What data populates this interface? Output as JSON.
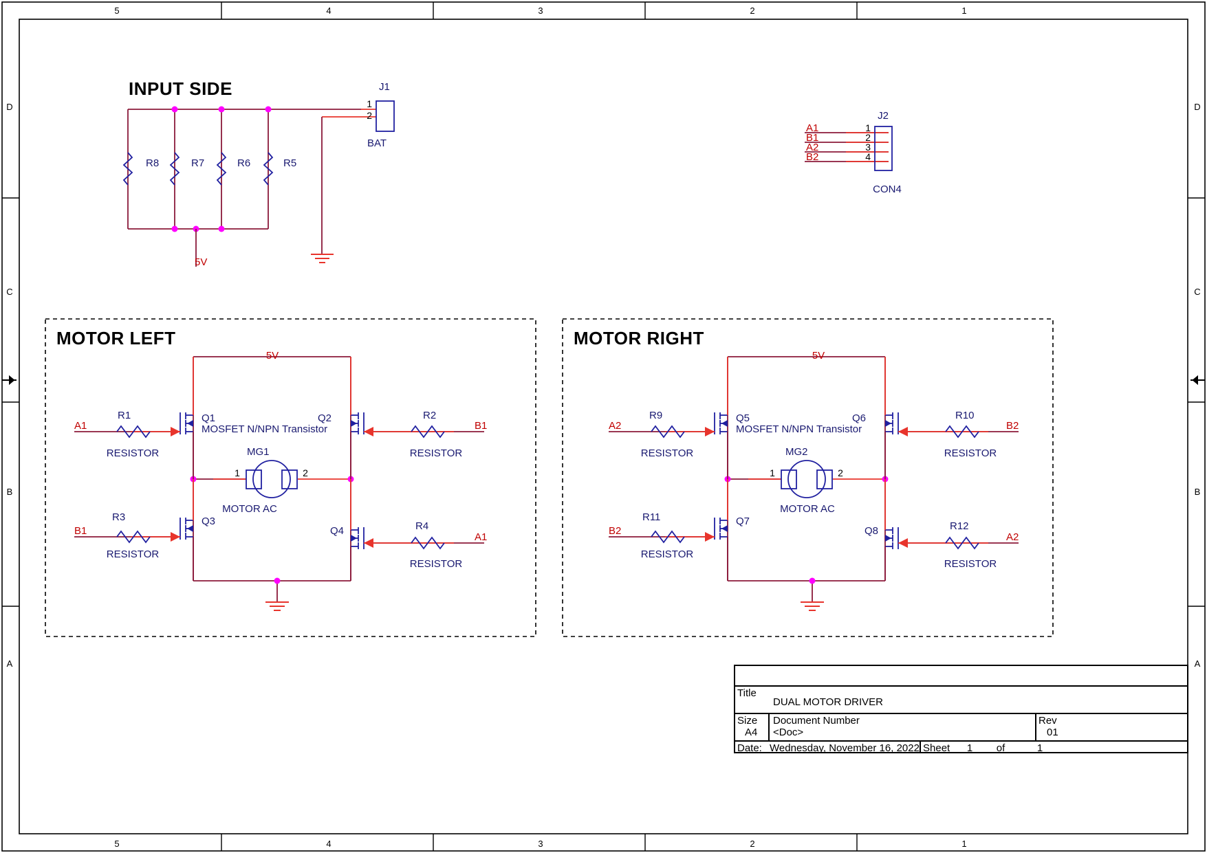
{
  "sheet": {
    "border": {
      "columns_top": [
        "5",
        "4",
        "3",
        "2",
        "1"
      ],
      "columns_bottom": [
        "5",
        "4",
        "3",
        "2",
        "1"
      ],
      "rows_left": [
        "D",
        "C",
        "B",
        "A"
      ],
      "rows_right": [
        "D",
        "C",
        "B",
        "A"
      ]
    }
  },
  "sections": {
    "input": {
      "heading": "INPUT SIDE",
      "resistors": [
        {
          "ref": "R8"
        },
        {
          "ref": "R7"
        },
        {
          "ref": "R6"
        },
        {
          "ref": "R5"
        }
      ],
      "power_label": "5V",
      "connector": {
        "ref": "J1",
        "type": "BAT",
        "pins": [
          "1",
          "2"
        ]
      }
    },
    "j2": {
      "ref": "J2",
      "type": "CON4",
      "pins": [
        {
          "num": "1",
          "net": "A1"
        },
        {
          "num": "2",
          "net": "B1"
        },
        {
          "num": "3",
          "net": "A2"
        },
        {
          "num": "4",
          "net": "B2"
        }
      ]
    },
    "motor_left": {
      "heading": "MOTOR LEFT",
      "rail_label": "5V",
      "motor": {
        "ref": "MG1",
        "type": "MOTOR AC",
        "pin1": "1",
        "pin2": "2"
      },
      "transistors": [
        {
          "ref": "Q1",
          "desc": "MOSFET N/NPN Transistor"
        },
        {
          "ref": "Q2",
          "desc": ""
        },
        {
          "ref": "Q3",
          "desc": ""
        },
        {
          "ref": "Q4",
          "desc": ""
        }
      ],
      "resistors": [
        {
          "ref": "R1",
          "type": "RESISTOR",
          "net": "A1"
        },
        {
          "ref": "R2",
          "type": "RESISTOR",
          "net": "B1"
        },
        {
          "ref": "R3",
          "type": "RESISTOR",
          "net": "B1"
        },
        {
          "ref": "R4",
          "type": "RESISTOR",
          "net": "A1"
        }
      ]
    },
    "motor_right": {
      "heading": "MOTOR RIGHT",
      "rail_label": "5V",
      "motor": {
        "ref": "MG2",
        "type": "MOTOR AC",
        "pin1": "1",
        "pin2": "2"
      },
      "transistors": [
        {
          "ref": "Q5",
          "desc": "MOSFET N/NPN Transistor"
        },
        {
          "ref": "Q6",
          "desc": ""
        },
        {
          "ref": "Q7",
          "desc": ""
        },
        {
          "ref": "Q8",
          "desc": ""
        }
      ],
      "resistors": [
        {
          "ref": "R9",
          "type": "RESISTOR",
          "net": "A2"
        },
        {
          "ref": "R10",
          "type": "RESISTOR",
          "net": "B2"
        },
        {
          "ref": "R11",
          "type": "RESISTOR",
          "net": "B2"
        },
        {
          "ref": "R12",
          "type": "RESISTOR",
          "net": "A2"
        }
      ]
    }
  },
  "title_block": {
    "title_label": "Title",
    "title_value": "DUAL MOTOR DRIVER",
    "size_label": "Size",
    "size_value": "A4",
    "docnum_label": "Document Number",
    "docnum_value": "<Doc>",
    "rev_label": "Rev",
    "rev_value": "01",
    "date_label": "Date:",
    "date_value": "Wednesday, November 16, 2022",
    "sheet_label": "Sheet",
    "sheet_num": "1",
    "sheet_of": "of",
    "sheet_total": "1"
  },
  "colors": {
    "wire": "#8b1a3a",
    "wire_hi": "#e8342c",
    "symbol": "#2020a0",
    "junction": "#ff00ff",
    "net_text": "#c00000",
    "ref_text": "#191970",
    "border": "#000000"
  }
}
